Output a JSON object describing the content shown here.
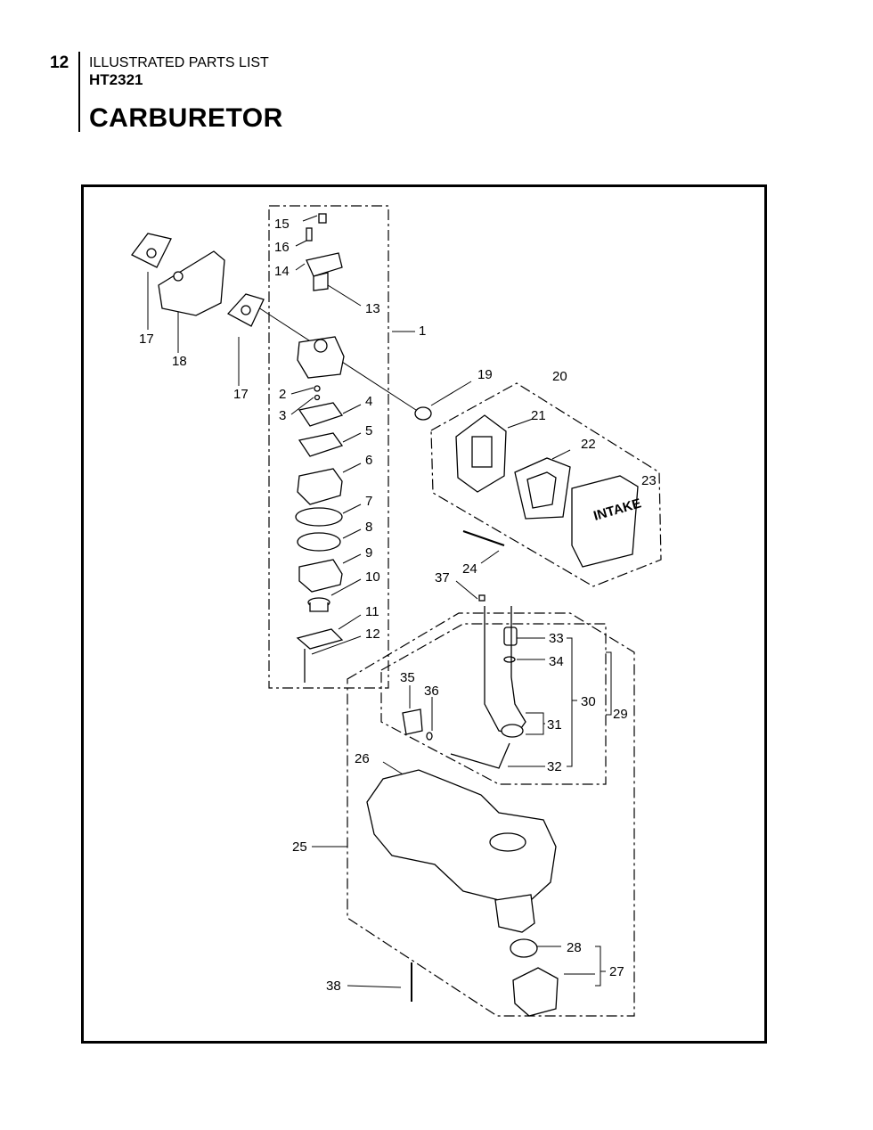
{
  "header": {
    "page_number": "12",
    "section": "ILLUSTRATED PARTS LIST",
    "model": "HT2321",
    "title": "CARBURETOR"
  },
  "diagram": {
    "decal_text": "INTAKE",
    "callouts": [
      "1",
      "2",
      "3",
      "4",
      "5",
      "6",
      "7",
      "8",
      "9",
      "10",
      "11",
      "12",
      "13",
      "14",
      "15",
      "16",
      "17",
      "17",
      "18",
      "19",
      "20",
      "21",
      "22",
      "23",
      "24",
      "25",
      "26",
      "27",
      "28",
      "29",
      "30",
      "31",
      "32",
      "33",
      "34",
      "35",
      "36",
      "37",
      "38"
    ]
  }
}
